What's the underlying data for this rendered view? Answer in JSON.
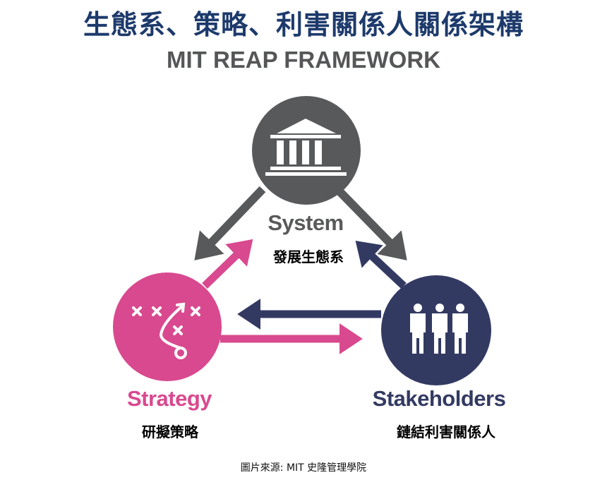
{
  "title": "生態系、策略、利害關係人關係架構",
  "subtitle": "MIT REAP FRAMEWORK",
  "nodes": {
    "system": {
      "label": "System",
      "sublabel": "發展生態系",
      "icon": "institution-icon",
      "color": "#58595b"
    },
    "strategy": {
      "label": "Strategy",
      "sublabel": "研擬策略",
      "icon": "playbook-icon",
      "color": "#d9498f"
    },
    "stakeholders": {
      "label": "Stakeholders",
      "sublabel": "鏈結利害關係人",
      "icon": "people-icon",
      "color": "#333a62"
    }
  },
  "source": "圖片來源: MIT 史隆管理學院"
}
